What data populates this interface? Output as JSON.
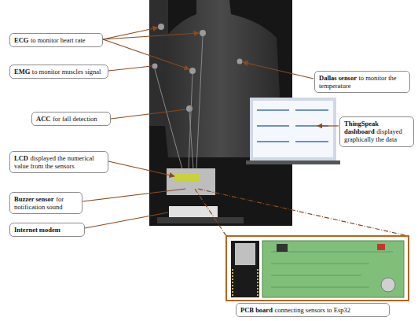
{
  "diagram": {
    "nodes": [
      {
        "text": [
          "ECG",
          "to monitor heart rate"
        ]
      },
      {
        "text": [
          "EMG",
          "to monitor muscles signal"
        ]
      },
      {
        "text": [
          "ACC",
          "for fall detection"
        ]
      },
      {
        "text": [
          "LCD",
          "displayed the numerical value from the sensors"
        ]
      },
      {
        "text": [
          "Buzzer sensor",
          "for notification sound"
        ]
      },
      {
        "text": [
          "Internet modem"
        ]
      },
      {
        "text": [
          "Dallas sensor",
          "to monitor the temperature"
        ]
      },
      {
        "text": [
          "ThingSpeak dashboard",
          "displayed graphically the data"
        ]
      },
      {
        "text": [
          "PCB board",
          "connecting sensors to Esp32"
        ]
      }
    ]
  }
}
